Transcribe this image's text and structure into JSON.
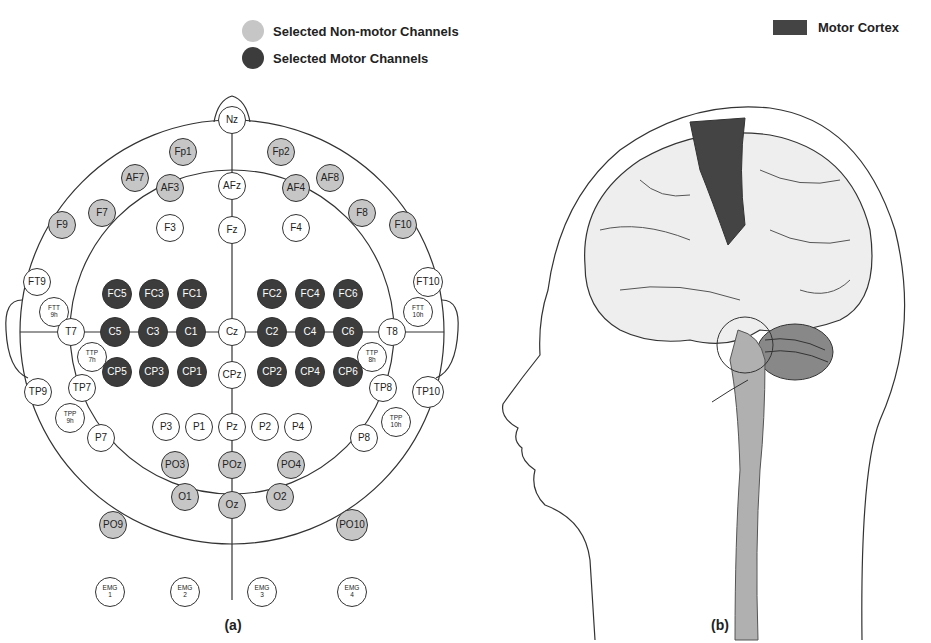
{
  "diagram": {
    "nodes": [
      {
        "text": [
          "Nz"
        ]
      },
      {
        "text": [
          "Fp1"
        ]
      },
      {
        "text": [
          "Fp2"
        ]
      },
      {
        "text": [
          "AF7"
        ]
      },
      {
        "text": [
          "AF3"
        ]
      },
      {
        "text": [
          "AFz"
        ]
      },
      {
        "text": [
          "AF4"
        ]
      },
      {
        "text": [
          "AF8"
        ]
      },
      {
        "text": [
          "F9"
        ]
      },
      {
        "text": [
          "F7"
        ]
      },
      {
        "text": [
          "F3"
        ]
      },
      {
        "text": [
          "Fz"
        ]
      },
      {
        "text": [
          "F4"
        ]
      },
      {
        "text": [
          "F8"
        ]
      },
      {
        "text": [
          "F10"
        ]
      },
      {
        "text": [
          "FT9"
        ]
      },
      {
        "text": [
          "FC5"
        ]
      },
      {
        "text": [
          "FC3"
        ]
      },
      {
        "text": [
          "FC1"
        ]
      },
      {
        "text": [
          "FC2"
        ]
      },
      {
        "text": [
          "FC4"
        ]
      },
      {
        "text": [
          "FC6"
        ]
      },
      {
        "text": [
          "FT10"
        ]
      },
      {
        "text": [
          "FTT 9h"
        ]
      },
      {
        "text": [
          "FTT 10h"
        ]
      },
      {
        "text": [
          "T7"
        ]
      },
      {
        "text": [
          "C5"
        ]
      },
      {
        "text": [
          "C3"
        ]
      },
      {
        "text": [
          "C1"
        ]
      },
      {
        "text": [
          "Cz"
        ]
      },
      {
        "text": [
          "C2"
        ]
      },
      {
        "text": [
          "C4"
        ]
      },
      {
        "text": [
          "C6"
        ]
      },
      {
        "text": [
          "T8"
        ]
      },
      {
        "text": [
          "TTP 7h"
        ]
      },
      {
        "text": [
          "TTP 8h"
        ]
      },
      {
        "text": [
          "TP9"
        ]
      },
      {
        "text": [
          "TP7"
        ]
      },
      {
        "text": [
          "CP5"
        ]
      },
      {
        "text": [
          "CP3"
        ]
      },
      {
        "text": [
          "CP1"
        ]
      },
      {
        "text": [
          "CPz"
        ]
      },
      {
        "text": [
          "CP2"
        ]
      },
      {
        "text": [
          "CP4"
        ]
      },
      {
        "text": [
          "CP6"
        ]
      },
      {
        "text": [
          "TP8"
        ]
      },
      {
        "text": [
          "TP10"
        ]
      },
      {
        "text": [
          "TPP 9h"
        ]
      },
      {
        "text": [
          "TPP 10h"
        ]
      },
      {
        "text": [
          "P7"
        ]
      },
      {
        "text": [
          "P3"
        ]
      },
      {
        "text": [
          "P1"
        ]
      },
      {
        "text": [
          "Pz"
        ]
      },
      {
        "text": [
          "P2"
        ]
      },
      {
        "text": [
          "P4"
        ]
      },
      {
        "text": [
          "P8"
        ]
      },
      {
        "text": [
          "PO3"
        ]
      },
      {
        "text": [
          "POz"
        ]
      },
      {
        "text": [
          "PO4"
        ]
      },
      {
        "text": [
          "O1"
        ]
      },
      {
        "text": [
          "Oz"
        ]
      },
      {
        "text": [
          "O2"
        ]
      },
      {
        "text": [
          "PO9"
        ]
      },
      {
        "text": [
          "PO10"
        ]
      },
      {
        "text": [
          "EMG 1"
        ]
      },
      {
        "text": [
          "EMG 2"
        ]
      },
      {
        "text": [
          "EMG 3"
        ]
      },
      {
        "text": [
          "EMG 4"
        ]
      }
    ],
    "labels": [
      "(a)",
      "(b)"
    ],
    "legend": [
      {
        "text": "Selected Non-motor Channels",
        "color": "#c6c6c6"
      },
      {
        "text": "Selected Motor Channels",
        "color": "#3c3c3c"
      },
      {
        "text": "Motor Cortex",
        "color": "#444444"
      }
    ]
  }
}
